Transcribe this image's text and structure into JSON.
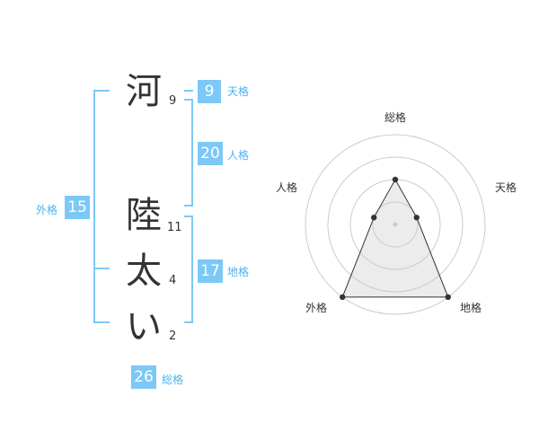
{
  "name_chars": [
    {
      "char": "河",
      "strokes": "9"
    },
    {
      "char": "陸",
      "strokes": "11"
    },
    {
      "char": "太",
      "strokes": "4"
    },
    {
      "char": "い",
      "strokes": "2"
    }
  ],
  "kaku": {
    "tenkaku": {
      "value": "9",
      "label": "天格"
    },
    "jinkaku": {
      "value": "20",
      "label": "人格"
    },
    "chikaku": {
      "value": "17",
      "label": "地格"
    },
    "gaikaku": {
      "value": "15",
      "label": "外格"
    },
    "soukaku": {
      "value": "26",
      "label": "総格"
    }
  },
  "colors": {
    "accent": "#7cc8f6",
    "accent_text": "#4ab2ef",
    "text": "#333333"
  },
  "chart_data": {
    "type": "radar",
    "axes": [
      "総格",
      "天格",
      "地格",
      "外格",
      "人格"
    ],
    "rings": 4,
    "max": 4,
    "values": [
      2,
      1,
      4,
      4,
      1
    ]
  }
}
